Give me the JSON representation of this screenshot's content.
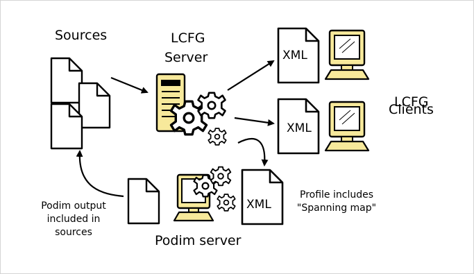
{
  "labels": {
    "sources": "Sources",
    "lcfg_server_line1": "LCFG",
    "lcfg_server_line2": "Server",
    "lcfg_clients_line1": "LCFG",
    "lcfg_clients_line2": "Clients",
    "podim_server": "Podim server",
    "podim_output_line1": "Podim output",
    "podim_output_line2": "included in",
    "podim_output_line3": "sources",
    "profile_line1": "Profile includes",
    "profile_line2": "\"Spanning map\""
  },
  "xml_docs": [
    {
      "label": "XML"
    },
    {
      "label": "XML"
    },
    {
      "label": "XML"
    }
  ],
  "colors": {
    "computer_yellow": "#f7e99b",
    "ink": "#000000",
    "frame": "#d4d4d4",
    "gear_fill": "#ffffff",
    "screen": "#ffffff"
  }
}
